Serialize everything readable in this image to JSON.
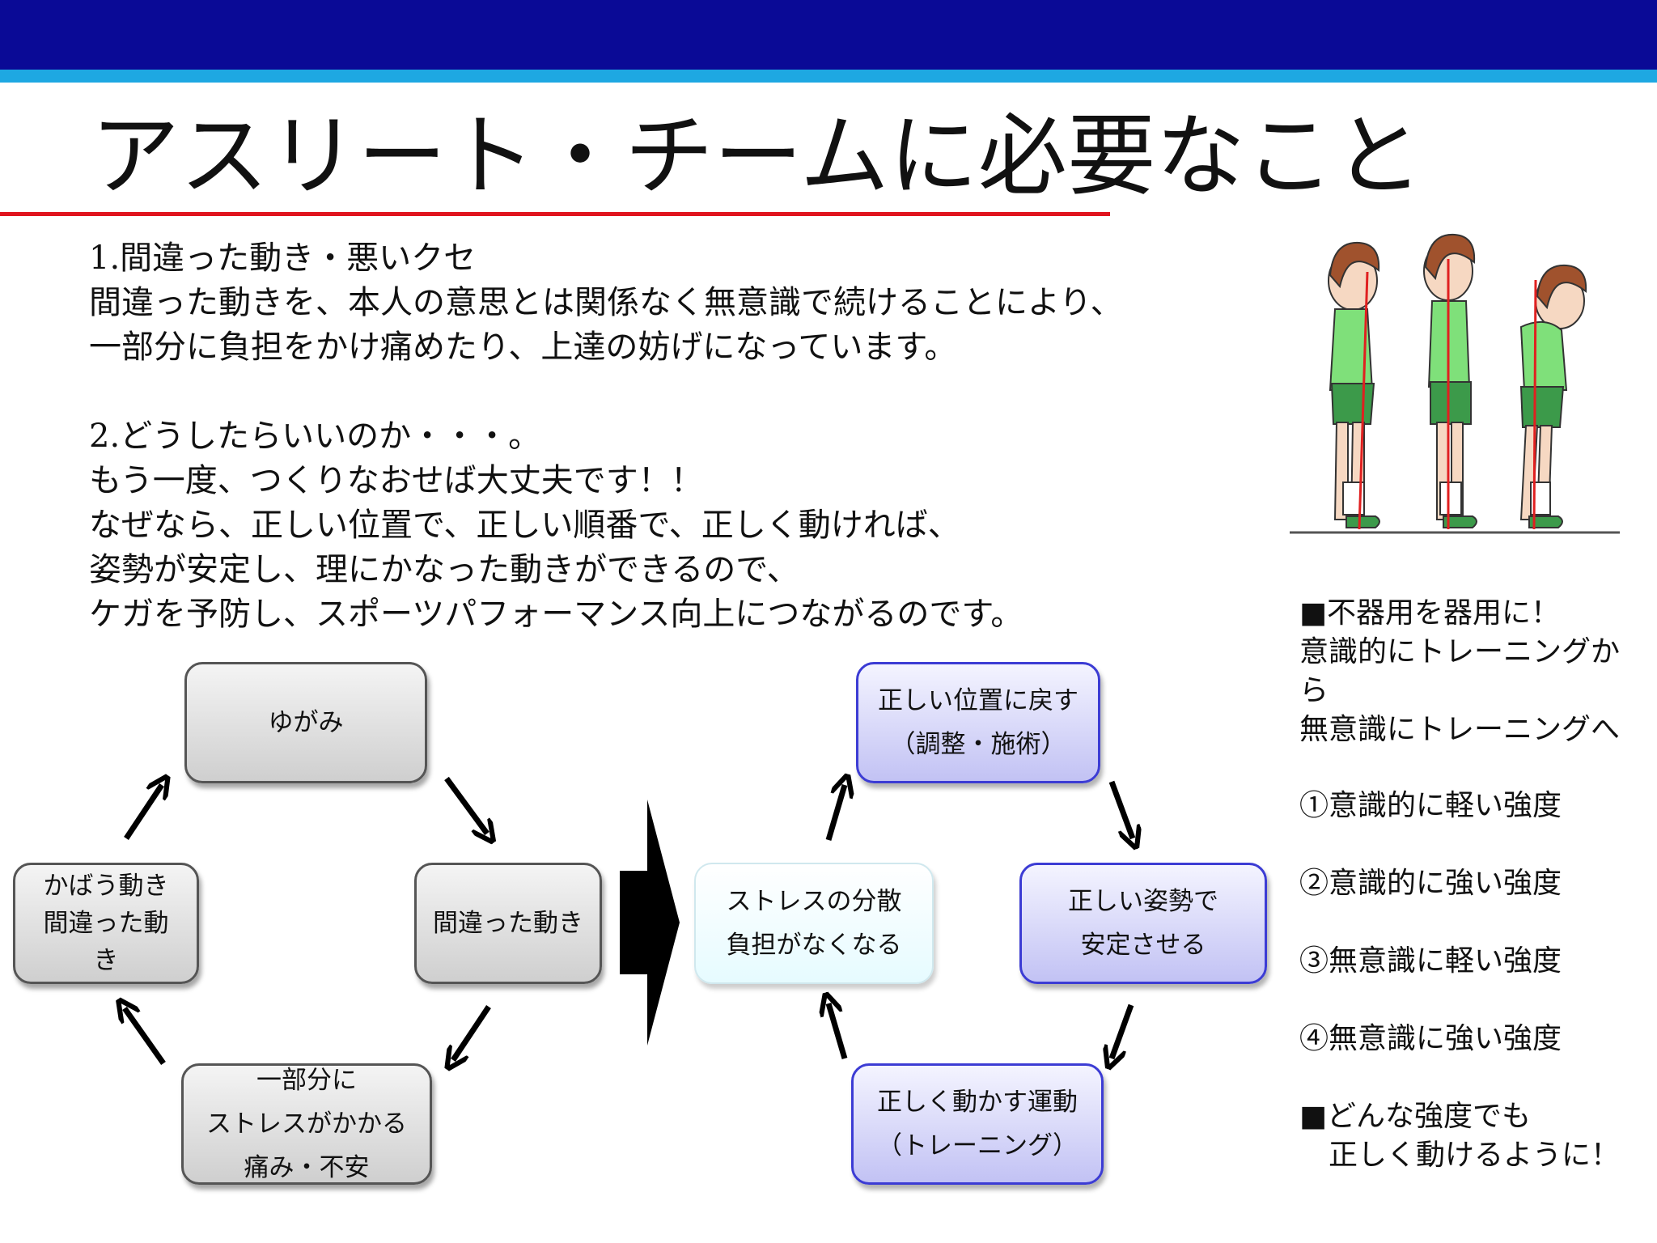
{
  "header": {
    "title": "アスリート・チームに必要なこと",
    "band_color": "#0a0a96",
    "stripe_color": "#1ea8e2",
    "rule_color": "#e0141e"
  },
  "body": {
    "para1": [
      "1.間違った動き・悪いクセ",
      "間違った動きを、本人の意思とは関係なく無意識で続けることにより、",
      "一部分に負担をかけ痛めたり、上達の妨げになっています。"
    ],
    "para2": [
      "2.どうしたらいいのか・・・。",
      "もう一度、つくりなおせば大丈夫です！！",
      "なぜなら、正しい位置で、正しい順番で、正しく動ければ、",
      "姿勢が安定し、理にかなった動きができるので、",
      "ケガを予防し、スポーツパフォーマンス向上につながるのです。"
    ]
  },
  "side_note": {
    "block1": [
      "■不器用を器用に！",
      "意識的にトレーニングか",
      "ら",
      "無意識にトレーニングへ"
    ],
    "steps": [
      "①意識的に軽い強度",
      "②意識的に強い強度",
      "③無意識に軽い強度",
      "④無意識に強い強度"
    ],
    "block2": [
      "■どんな強度でも",
      "　正しく動けるように！"
    ]
  },
  "left_cycle": {
    "top": [
      "ゆがみ"
    ],
    "right": [
      "間違った動き"
    ],
    "bottom": [
      "一部分に",
      "ストレスがかかる",
      "痛み・不安"
    ],
    "left": [
      "かばう動き",
      "間違った動",
      "き"
    ]
  },
  "right_cycle": {
    "top": [
      "正しい位置に戻す",
      "（調整・施術）"
    ],
    "right": [
      "正しい姿勢で",
      "安定させる"
    ],
    "bottom": [
      "正しく動かす運動",
      "（トレーニング）"
    ],
    "left": [
      "ストレスの分散",
      "負担がなくなる"
    ]
  },
  "figure": {
    "shirt_color": "#7fe07a",
    "shorts_color": "#3c9a4a",
    "plumb_line_color": "#e02020"
  }
}
